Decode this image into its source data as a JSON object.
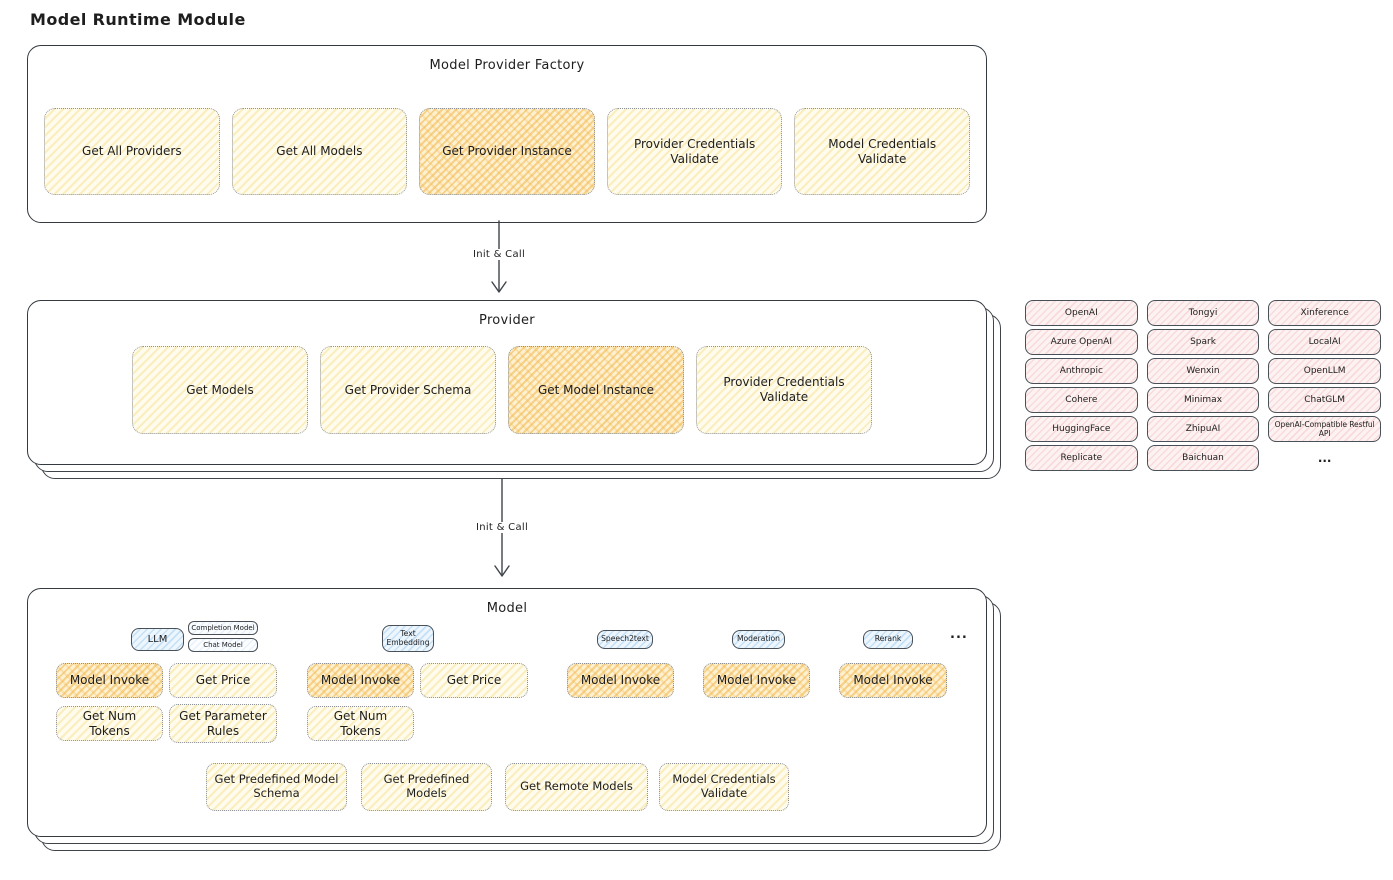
{
  "title": "Model Runtime Module",
  "factory": {
    "title": "Model Provider Factory",
    "buttons": [
      {
        "label": "Get All Providers",
        "highlight": false
      },
      {
        "label": "Get All Models",
        "highlight": false
      },
      {
        "label": "Get Provider Instance",
        "highlight": true
      },
      {
        "label": "Provider Credentials Validate",
        "highlight": false
      },
      {
        "label": "Model Credentials Validate",
        "highlight": false
      }
    ]
  },
  "arrows": {
    "init_call_1": "Init & Call",
    "init_call_2": "Init & Call"
  },
  "provider": {
    "title": "Provider",
    "buttons": [
      {
        "label": "Get Models",
        "highlight": false
      },
      {
        "label": "Get Provider Schema",
        "highlight": false
      },
      {
        "label": "Get Model Instance",
        "highlight": true
      },
      {
        "label": "Provider Credentials Validate",
        "highlight": false
      }
    ]
  },
  "provider_list": {
    "items": [
      "OpenAI",
      "Tongyi",
      "Xinference",
      "Azure OpenAI",
      "Spark",
      "LocalAI",
      "Anthropic",
      "Wenxin",
      "OpenLLM",
      "Cohere",
      "Minimax",
      "ChatGLM",
      "HuggingFace",
      "ZhipuAI",
      "OpenAI-Compatible Restful API",
      "Replicate",
      "Baichuan"
    ],
    "more": "..."
  },
  "model": {
    "title": "Model",
    "tags": {
      "llm": "LLM",
      "completion": "Completion Model",
      "chat": "Chat Model",
      "text_embedding": "Text Embedding",
      "speech2text": "Speech2text",
      "moderation": "Moderation",
      "rerank": "Rerank",
      "more": "..."
    },
    "llm_actions": [
      "Model Invoke",
      "Get Price",
      "Get Num Tokens",
      "Get Parameter Rules"
    ],
    "embedding_actions": [
      "Model Invoke",
      "Get Price",
      "Get Num Tokens"
    ],
    "speech2text_action": "Model Invoke",
    "moderation_action": "Model Invoke",
    "rerank_action": "Model Invoke",
    "common_actions": [
      "Get Predefined Model Schema",
      "Get Predefined Models",
      "Get Remote Models",
      "Model Credentials Validate"
    ]
  },
  "colors": {
    "stroke_dark": "#343a40",
    "accent_yellow": "#fffcee",
    "accent_orange": "#fdf1d2",
    "accent_pink": "#fdf2f2",
    "accent_blue": "#edf6fd"
  }
}
